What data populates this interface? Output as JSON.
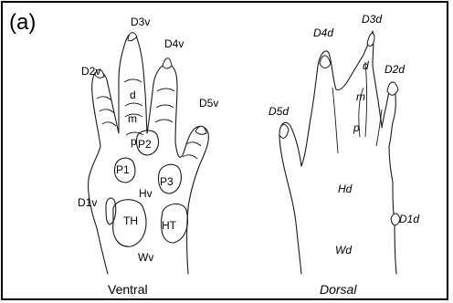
{
  "panel_label": "(a)",
  "ventral": {
    "caption": "Ventral",
    "digits": {
      "d1": "D1v",
      "d2": "D2v",
      "d3": "D3v",
      "d4": "D4v",
      "d5": "D5v"
    },
    "phalanges": {
      "distal": "d",
      "middle": "m",
      "proximal": "p"
    },
    "pads": {
      "p1": "P1",
      "p2": "P2",
      "p3": "P3",
      "thenar": "TH",
      "hypothenar": "HT"
    },
    "regions": {
      "hand": "Hv",
      "wrist": "Wv"
    }
  },
  "dorsal": {
    "caption": "Dorsal",
    "digits": {
      "d1": "D1d",
      "d2": "D2d",
      "d3": "D3d",
      "d4": "D4d",
      "d5": "D5d"
    },
    "phalanges": {
      "distal": "d",
      "middle": "m",
      "proximal": "p"
    },
    "regions": {
      "hand": "Hd",
      "wrist": "Wd"
    }
  }
}
